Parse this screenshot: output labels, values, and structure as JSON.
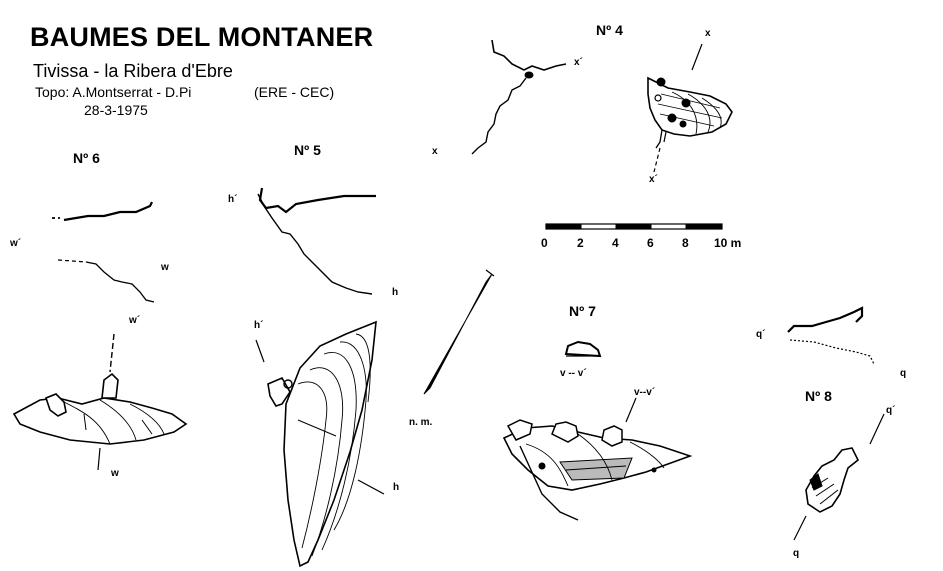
{
  "header": {
    "title": "BAUMES DEL MONTANER",
    "subtitle": "Tivissa - la Ribera d'Ebre",
    "credits": "Topo: A.Montserrat - D.Pi",
    "group": "(ERE - CEC)",
    "date": "28-3-1975"
  },
  "caves": {
    "n4": "Nº 4",
    "n5": "Nº 5",
    "n6": "Nº 6",
    "n7": "Nº 7",
    "n8": "Nº 8"
  },
  "section_labels": {
    "x": "x",
    "x_prime": "x´",
    "h": "h",
    "h_prime": "h´",
    "w": "w",
    "w_prime": "w´",
    "v_v": "v -- v´",
    "vv_prime": "v--v´",
    "q": "q",
    "q_prime": "q´"
  },
  "scale_bar": {
    "ticks": [
      "0",
      "2",
      "4",
      "6",
      "8",
      "10 m"
    ]
  },
  "north_arrow": {
    "label": "n. m."
  }
}
